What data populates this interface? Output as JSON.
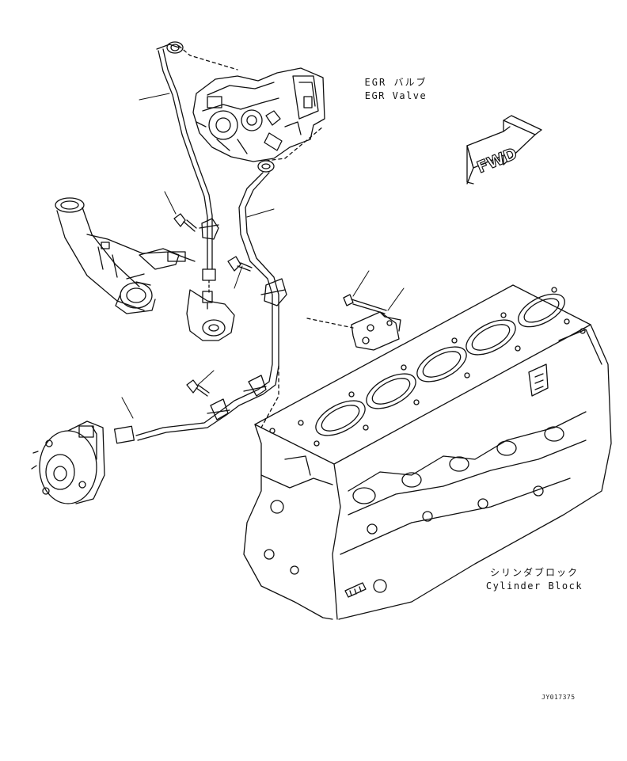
{
  "labels": {
    "egr_ja": "EGR バルブ",
    "egr_en": "EGR Valve",
    "cylinder_ja": "シリンダブロック",
    "cylinder_en": "Cylinder Block",
    "fwd": "FWD",
    "drawing_id": "JY017375"
  },
  "colors": {
    "line": "#111111",
    "background": "#ffffff"
  }
}
